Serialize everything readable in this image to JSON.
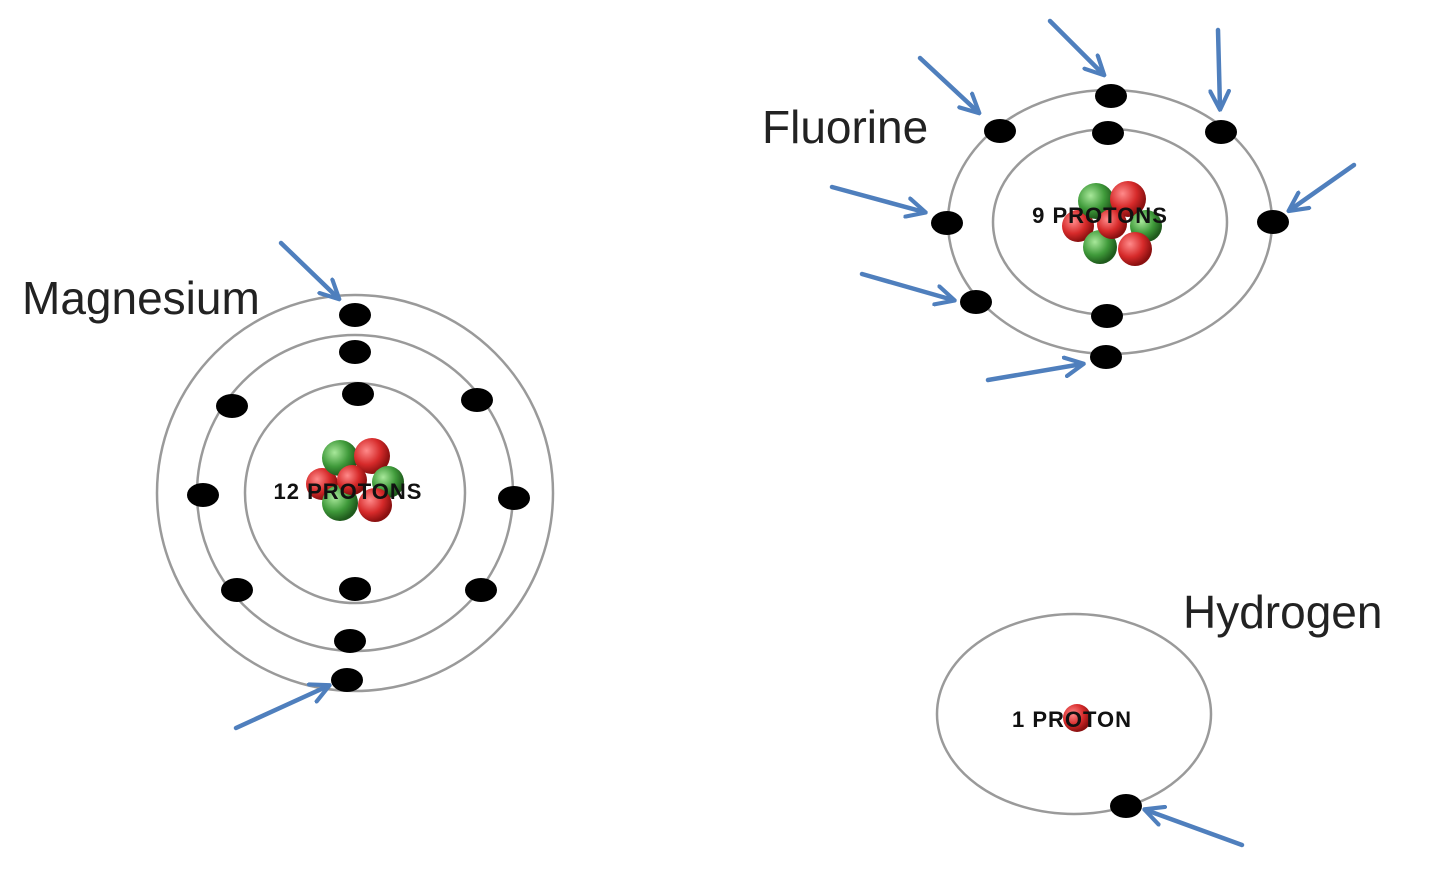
{
  "colors": {
    "arrow": "#4f7fbd",
    "electron": "#000000",
    "shell": "#9a9a9a",
    "proton": "#d62a2a",
    "neutron": "#3f9a3a"
  },
  "atoms": [
    {
      "key": "magnesium",
      "name": "Magnesium",
      "nucleus_label": "12 PROTONS",
      "shells": [
        2,
        8,
        2
      ],
      "protons": 12,
      "valence_electrons_marked": 2
    },
    {
      "key": "fluorine",
      "name": "Fluorine",
      "nucleus_label": "9 PROTONS",
      "shells": [
        2,
        7
      ],
      "protons": 9,
      "valence_electrons_marked": 7
    },
    {
      "key": "hydrogen",
      "name": "Hydrogen",
      "nucleus_label": "1 PROTON",
      "shells": [
        1
      ],
      "protons": 1,
      "valence_electrons_marked": 1
    }
  ]
}
